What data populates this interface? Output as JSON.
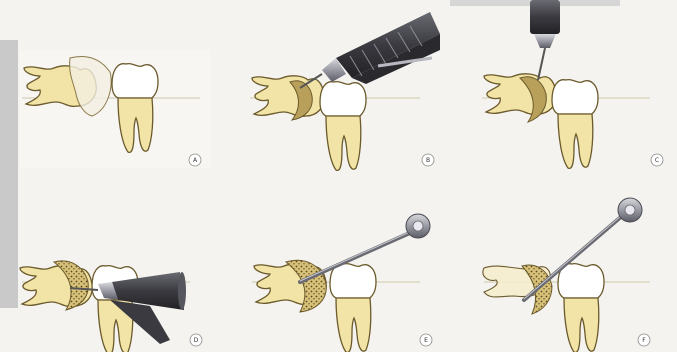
{
  "panels": [
    {
      "label": "A"
    },
    {
      "label": "B"
    },
    {
      "label": "C"
    },
    {
      "label": "D"
    },
    {
      "label": "E"
    },
    {
      "label": "F"
    }
  ],
  "colors": {
    "background": "#f4f3ef",
    "tooth_crown": "#ffffff",
    "tooth_root": "#f2e3a6",
    "tooth_outline": "#6b5a2c",
    "bone_cut": "#b9a05a",
    "bone_dots": "#5a4a22",
    "instrument_dark": "#3d3d42",
    "instrument_light": "#9a9aa2",
    "label_ring": "#888888"
  }
}
